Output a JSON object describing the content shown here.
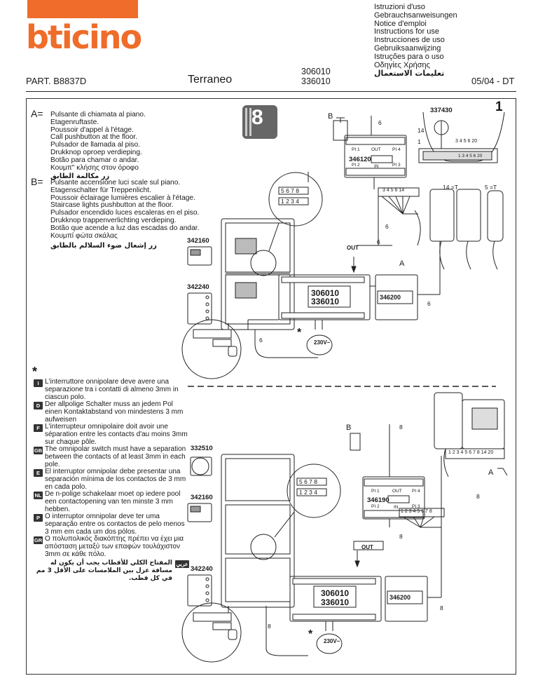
{
  "header": {
    "brand": "bticino",
    "part": "PART. B8837D",
    "product": "Terraneo",
    "codes": [
      "306010",
      "336010"
    ],
    "instructions": [
      "Istruzioni d'uso",
      "Gebrauchsanweisungen",
      "Notice d'emploi",
      "Instructions for use",
      "Instrucciones de uso",
      "Gebruiksaanwijzing",
      "Istruções para o uso",
      "Οδηγίες Χρήσης",
      "تعليمات الاستعمال"
    ],
    "date": "05/04 - DT"
  },
  "page_number": "1",
  "legend_a": {
    "label": "A=",
    "lines": [
      "Pulsante di chiamata al piano.",
      "Etagenruftaste.",
      "Poussoir d'appel à l'étage.",
      "Call pushbutton at the floor.",
      "Pulsador de llamada al piso.",
      "Drukknop oproep verdieping.",
      "Botão para chamar o andar.",
      "Κουμπ\" κλήσης στον όροφο"
    ],
    "arabic": "زر مكالمة الطابق"
  },
  "legend_b": {
    "label": "B=",
    "lines": [
      "Pulsante accensione luci scale sul piano.",
      "Etagenschalter für Treppenlicht.",
      "Poussoir éclairage lumières escalier à l'étage.",
      "Staircase lights pushbutton at the floor.",
      "Pulsador encendido luces escaleras en el piso.",
      "Drukknop trappenverlichting verdieping.",
      "Botão que acende a luz das escadas do andar.",
      "Κουμπί φώτα σκάλας"
    ],
    "arabic": "زر إشعال ضوء السلالم بالطابق"
  },
  "note_star": "*",
  "notes": [
    {
      "code": "I",
      "text": "L'interruttore onnipolare deve avere una separazione tra i contatti di almeno 3mm in ciascun polo."
    },
    {
      "code": "D",
      "text": "Der allpolige Schalter muss an jedem Pol einen Kontaktabstand von mindestens 3 mm aufweisen"
    },
    {
      "code": "F",
      "text": "L'interrupteur omnipolaire doit avoir une séparation entre les contacts d'au moins 3mm sur chaque pôle."
    },
    {
      "code": "GB",
      "text": "The omnipolar switch must have a separation between the contacts of at least 3mm in each pole."
    },
    {
      "code": "E",
      "text": "El interruptor omnipolar debe presentar una separación mínima de los contactos de 3 mm en cada polo."
    },
    {
      "code": "NL",
      "text": "De n-polige schakelaar moet op iedere pool een contactopening van ten minste 3 mm hebben."
    },
    {
      "code": "P",
      "text": "O interruptor omnipolar deve ter uma separação entre os contactos de pelo menos 3 mm em cada um dos pólos."
    },
    {
      "code": "GR",
      "text": "Ο πολυπολικός διακόπτης πρέπει να έχει μια απόσταση μεταξύ των επαφών τουλάχιστον 3mm σε κάθε πόλο."
    },
    {
      "code": "عربي",
      "text": "المفتاح الكلي للأقطاب يجب أن يكون له مسافة عزل بين الملامسات على الأقل 3 مم في كل قطب."
    }
  ],
  "diagram_top": {
    "badge": "8",
    "b_label": "B",
    "a_label": "A",
    "wire6": "6",
    "terminals": "5 6 7 8",
    "terminals2": "1 2 3 4",
    "module_342160": "342160",
    "module_342240": "342240",
    "module_346120": "346120",
    "module_337430": "337430",
    "module_306010": "306010",
    "module_336010": "336010",
    "module_346200": "346200",
    "out": "OUT",
    "in": "IN",
    "pi1": "PI 1",
    "pi2": "PI 2",
    "pi3": "PI 3",
    "pi4": "PI 4",
    "voltage": "230V~",
    "terminal_row": "3 4 5 6 14",
    "phone_terms": "3 4 5 6 20",
    "phone_terms2": "1 3 4 5 6 20",
    "n14": "14",
    "n1": "1",
    "eq14": "14 =T",
    "eq5": "5 =T"
  },
  "diagram_bottom": {
    "b_label": "B",
    "a_label": "A",
    "wire8": "8",
    "module_332510": "332510",
    "module_342160": "342160",
    "module_342240": "342240",
    "module_346190": "346190",
    "module_306010": "306010",
    "module_336010": "336010",
    "module_346200": "346200",
    "out": "OUT",
    "in": "IN",
    "pi1": "PI 1",
    "pi2": "PI 2",
    "pi3": "PI 3",
    "pi4": "PI 4",
    "voltage": "230V~",
    "terminal_row": "1 2 3 4 5 6 7 8",
    "phone_terms": "1 2 3 4 5 6 7 8 14 20",
    "terminals": "5 6 7 8",
    "terminals2": "1 2 3 4"
  }
}
